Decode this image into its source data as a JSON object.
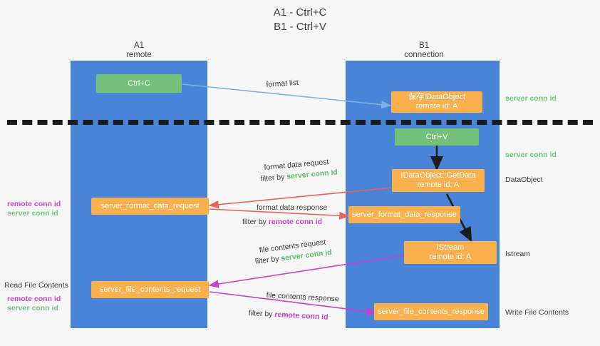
{
  "title": {
    "line1": "A1 - Ctrl+C",
    "line2": "B1 - Ctrl+V"
  },
  "colors": {
    "lane": "#4a84d8",
    "green_box": "#74c17c",
    "orange_box": "#fbb04e",
    "server_conn_id": "#5fbf6a",
    "remote_conn_id": "#cc3fcc",
    "arrow_blue": "#7fb0e0",
    "arrow_red": "#e8635a",
    "arrow_magenta": "#cc3fcc",
    "arrow_dark": "#1c1c1c",
    "background": "#f7f7f7"
  },
  "lanes": [
    {
      "name": "A1",
      "sub": "remote"
    },
    {
      "name": "B1",
      "sub": "connection"
    }
  ],
  "boxes": {
    "ctrl_c": {
      "line1": "Ctrl+C",
      "line2": ""
    },
    "ctrl_v": {
      "line1": "Ctrl+V",
      "line2": ""
    },
    "save_idataobject": {
      "line1": "保存IDataObject",
      "line2": "remote id: A"
    },
    "getdata": {
      "line1": "IDataObject::GetData",
      "line2": "remote id: A"
    },
    "istream": {
      "line1": "IStream",
      "line2": "remote id: A"
    },
    "server_format_data_request": {
      "line1": "server_format_data_request",
      "line2": ""
    },
    "server_format_data_response": {
      "line1": "server_format_data_response",
      "line2": ""
    },
    "server_file_contents_request": {
      "line1": "server_file_contents_request",
      "line2": ""
    },
    "server_file_contents_response": {
      "line1": "server_file_contents_response",
      "line2": ""
    }
  },
  "edge_labels": {
    "format_list": "format list",
    "format_data_request": "format data request",
    "format_data_request_filter_prefix": "filter by ",
    "format_data_request_filter_value": "server conn id",
    "format_data_response": "format data response",
    "format_data_response_filter_prefix": "filter by ",
    "format_data_response_filter_value": "remote conn id",
    "file_contents_request": "file contents request",
    "file_contents_request_filter_prefix": "filter by ",
    "file_contents_request_filter_value": "server conn id",
    "file_contents_response": "file contents response",
    "file_contents_response_filter_prefix": "filter by ",
    "file_contents_response_filter_value": "remote conn id"
  },
  "right_annotations": {
    "server_conn_id_top": "server conn id",
    "server_conn_id_mid": "server conn id",
    "dataobject": "DataObject",
    "istream": "Istream",
    "write_file_contents": "Write File Contents"
  },
  "left_annotations": {
    "remote_conn_id_1": "remote conn id",
    "server_conn_id_1": "server conn id",
    "read_file_contents": "Read File Contents",
    "remote_conn_id_2": "remote conn id",
    "server_conn_id_2": "server conn id"
  }
}
